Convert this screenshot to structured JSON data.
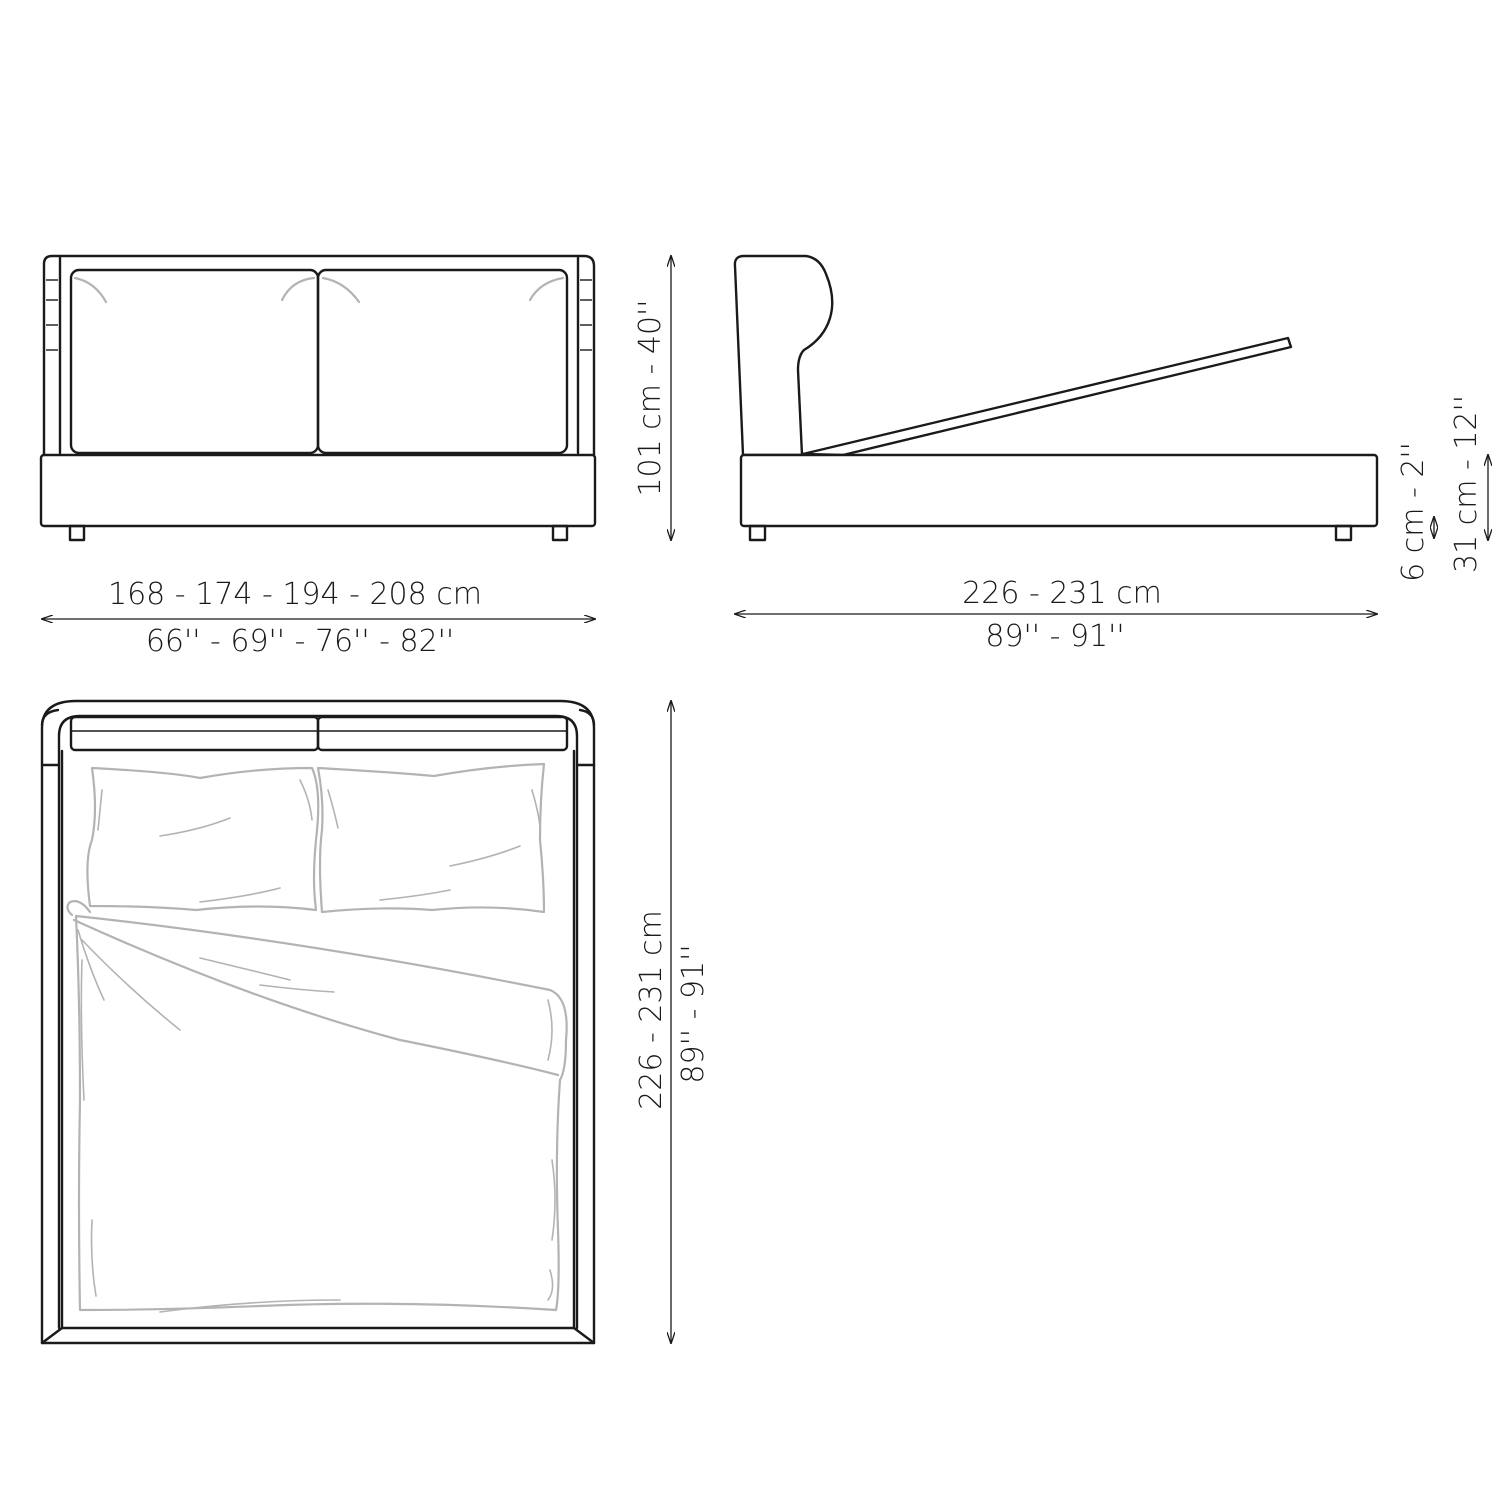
{
  "dimensions": {
    "front_width_cm": "168 - 174 - 194 - 208 cm",
    "front_width_in": "66'' - 69'' - 76'' - 82''",
    "front_height": "101 cm - 40''",
    "side_length_cm": "226 - 231 cm",
    "side_length_in": "89'' - 91''",
    "leg_height": "6 cm - 2''",
    "frame_height": "31 cm - 12''",
    "top_length_cm": "226 - 231 cm",
    "top_length_in": "89'' - 91''"
  },
  "colors": {
    "line": "#1a1a1a",
    "bedding": "#b3b3b3",
    "background": "#ffffff"
  }
}
